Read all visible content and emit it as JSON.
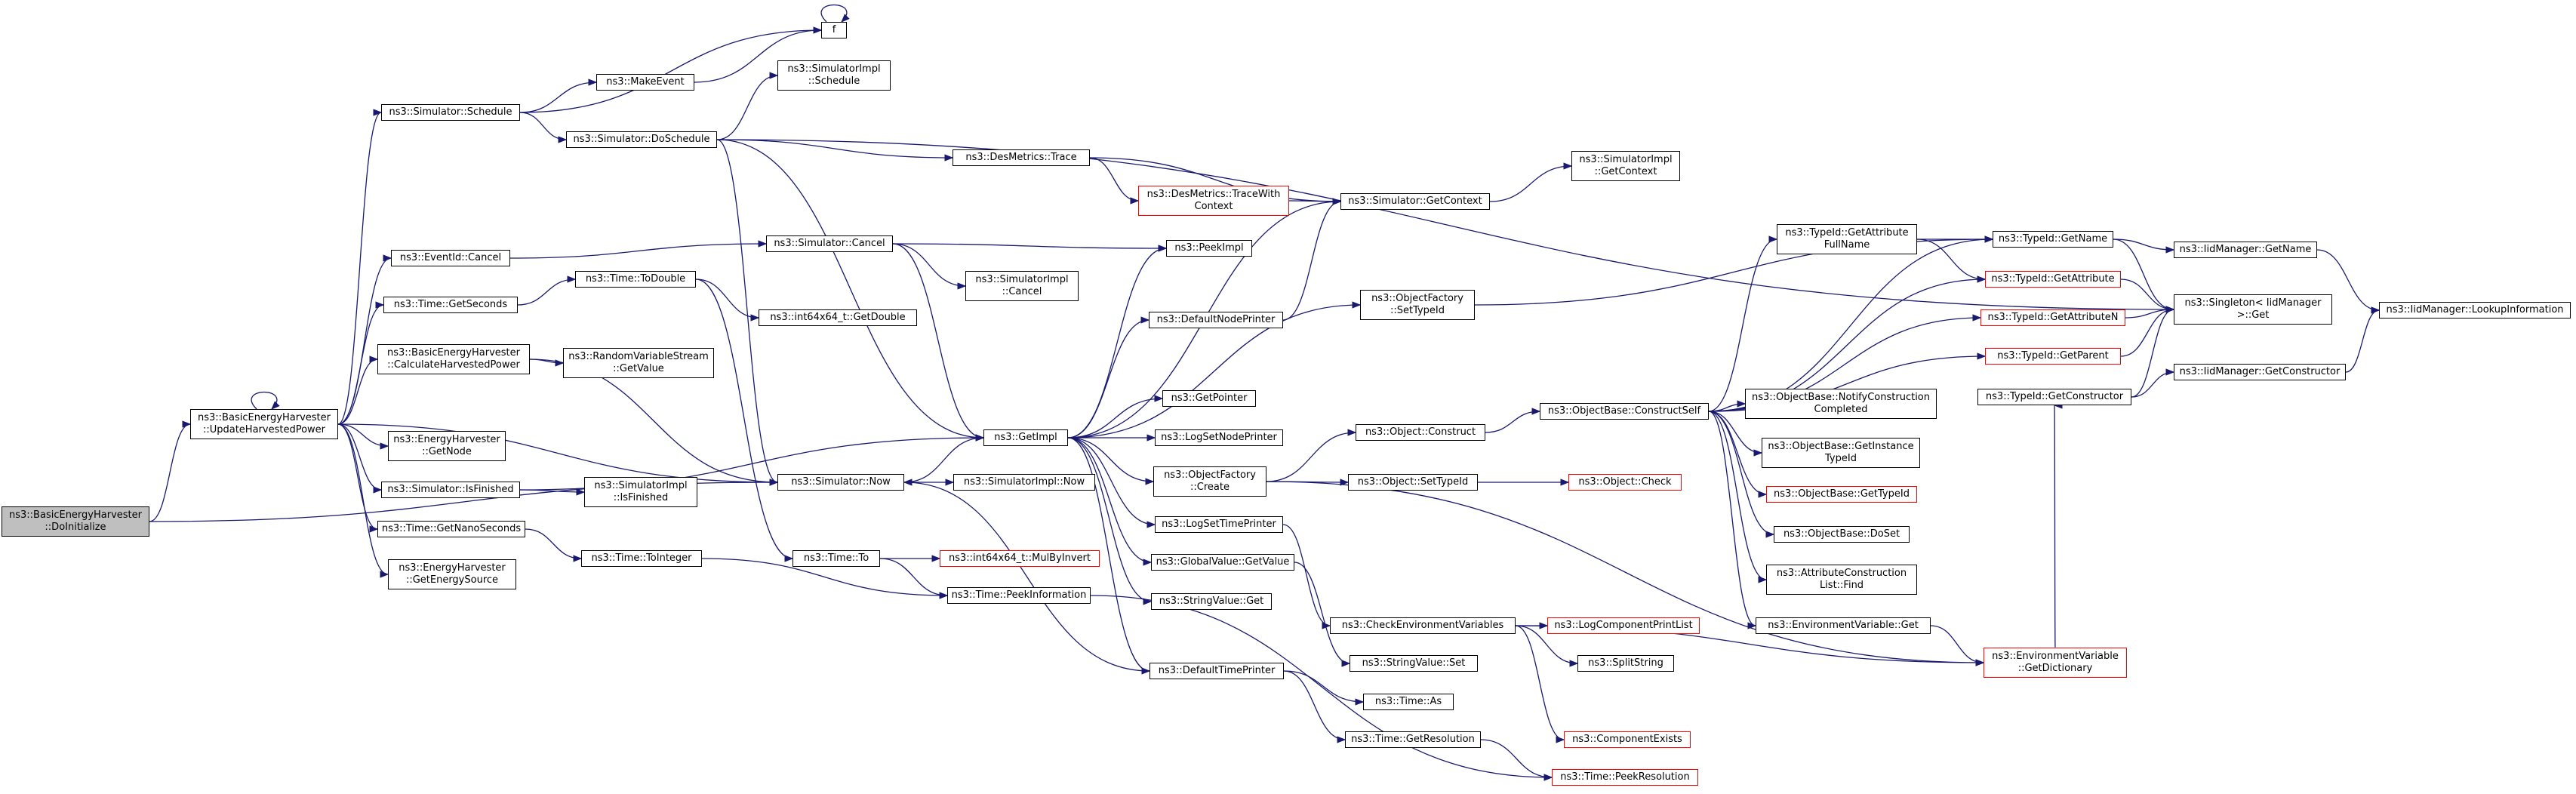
{
  "colors": {
    "edge": "#191970",
    "border": "#000000",
    "incomplete_border": "#ff0000",
    "root_fill": "#bfbfbf"
  },
  "nodes": [
    {
      "id": "root",
      "label": "ns3::BasicEnergyHarvester\n::DoInitialize"
    },
    {
      "id": "n_update",
      "label": "ns3::BasicEnergyHarvester\n::UpdateHarvestedPower"
    },
    {
      "id": "n_sched",
      "label": "ns3::Simulator::Schedule"
    },
    {
      "id": "n_cancelEv",
      "label": "ns3::EventId::Cancel"
    },
    {
      "id": "n_getsec",
      "label": "ns3::Time::GetSeconds"
    },
    {
      "id": "n_calc",
      "label": "ns3::BasicEnergyHarvester\n::CalculateHarvestedPower"
    },
    {
      "id": "n_ehnode",
      "label": "ns3::EnergyHarvester\n::GetNode"
    },
    {
      "id": "n_isfin",
      "label": "ns3::Simulator::IsFinished"
    },
    {
      "id": "n_nanosec",
      "label": "ns3::Time::GetNanoSeconds"
    },
    {
      "id": "n_ehsrc",
      "label": "ns3::EnergyHarvester\n::GetEnergySource"
    },
    {
      "id": "n_f",
      "label": "f"
    },
    {
      "id": "n_makeev",
      "label": "ns3::MakeEvent"
    },
    {
      "id": "n_siSched",
      "label": "ns3::SimulatorImpl\n::Schedule"
    },
    {
      "id": "n_dosched",
      "label": "ns3::Simulator::DoSchedule"
    },
    {
      "id": "n_simcancel",
      "label": "ns3::Simulator::Cancel"
    },
    {
      "id": "n_todouble",
      "label": "ns3::Time::ToDouble"
    },
    {
      "id": "n_getdouble",
      "label": "ns3::int64x64_t::GetDouble"
    },
    {
      "id": "n_rvsget",
      "label": "ns3::RandomVariableStream\n::GetValue"
    },
    {
      "id": "n_siIsfin",
      "label": "ns3::SimulatorImpl\n::IsFinished"
    },
    {
      "id": "n_tointeger",
      "label": "ns3::Time::ToInteger"
    },
    {
      "id": "n_now",
      "label": "ns3::Simulator::Now"
    },
    {
      "id": "n_timeto",
      "label": "ns3::Time::To"
    },
    {
      "id": "n_mulbyinv",
      "label": "ns3::int64x64_t::MulByInvert"
    },
    {
      "id": "n_peekinfo",
      "label": "ns3::Time::PeekInformation"
    },
    {
      "id": "n_siNow",
      "label": "ns3::SimulatorImpl::Now"
    },
    {
      "id": "n_getimpl",
      "label": "ns3::GetImpl"
    },
    {
      "id": "n_siCancel",
      "label": "ns3::SimulatorImpl\n::Cancel"
    },
    {
      "id": "n_dmtrace",
      "label": "ns3::DesMetrics::Trace"
    },
    {
      "id": "n_dmtracectx",
      "label": "ns3::DesMetrics::TraceWith\nContext"
    },
    {
      "id": "n_getctx",
      "label": "ns3::Simulator::GetContext"
    },
    {
      "id": "n_siGetctx",
      "label": "ns3::SimulatorImpl\n::GetContext"
    },
    {
      "id": "n_peekimpl",
      "label": "ns3::PeekImpl"
    },
    {
      "id": "n_defnodepr",
      "label": "ns3::DefaultNodePrinter"
    },
    {
      "id": "n_getptr",
      "label": "ns3::GetPointer"
    },
    {
      "id": "n_lognodepr",
      "label": "ns3::LogSetNodePrinter"
    },
    {
      "id": "n_ofcreate",
      "label": "ns3::ObjectFactory\n::Create"
    },
    {
      "id": "n_logtimepr",
      "label": "ns3::LogSetTimePrinter"
    },
    {
      "id": "n_gvget",
      "label": "ns3::GlobalValue::GetValue"
    },
    {
      "id": "n_svget",
      "label": "ns3::StringValue::Get"
    },
    {
      "id": "n_deftimepr",
      "label": "ns3::DefaultTimePrinter"
    },
    {
      "id": "n_ofsettid",
      "label": "ns3::ObjectFactory\n::SetTypeId"
    },
    {
      "id": "n_objconstruct",
      "label": "ns3::Object::Construct"
    },
    {
      "id": "n_objsettid",
      "label": "ns3::Object::SetTypeId"
    },
    {
      "id": "n_objcheck",
      "label": "ns3::Object::Check"
    },
    {
      "id": "n_checkenv",
      "label": "ns3::CheckEnvironmentVariables"
    },
    {
      "id": "n_svset",
      "label": "ns3::StringValue::Set"
    },
    {
      "id": "n_timeas",
      "label": "ns3::Time::As"
    },
    {
      "id": "n_getres",
      "label": "ns3::Time::GetResolution"
    },
    {
      "id": "n_peekres",
      "label": "ns3::Time::PeekResolution"
    },
    {
      "id": "n_logcomp",
      "label": "ns3::LogComponentPrintList"
    },
    {
      "id": "n_splitstr",
      "label": "ns3::SplitString"
    },
    {
      "id": "n_compexists",
      "label": "ns3::ComponentExists"
    },
    {
      "id": "n_obconstructself",
      "label": "ns3::ObjectBase::ConstructSelf"
    },
    {
      "id": "n_obnotify",
      "label": "ns3::ObjectBase::NotifyConstruction\nCompleted"
    },
    {
      "id": "n_obgetinst",
      "label": "ns3::ObjectBase::GetInstance\nTypeId"
    },
    {
      "id": "n_obgettid",
      "label": "ns3::ObjectBase::GetTypeId"
    },
    {
      "id": "n_obdoset",
      "label": "ns3::ObjectBase::DoSet"
    },
    {
      "id": "n_acfind",
      "label": "ns3::AttributeConstruction\nList::Find"
    },
    {
      "id": "n_envget",
      "label": "ns3::EnvironmentVariable::Get"
    },
    {
      "id": "n_tidattrfull",
      "label": "ns3::TypeId::GetAttribute\nFullName"
    },
    {
      "id": "n_tidgetname",
      "label": "ns3::TypeId::GetName"
    },
    {
      "id": "n_tidgetattr",
      "label": "ns3::TypeId::GetAttribute"
    },
    {
      "id": "n_tidgetattrn",
      "label": "ns3::TypeId::GetAttributeN"
    },
    {
      "id": "n_tidgetparent",
      "label": "ns3::TypeId::GetParent"
    },
    {
      "id": "n_tidgetctor",
      "label": "ns3::TypeId::GetConstructor"
    },
    {
      "id": "n_envgetdict",
      "label": "ns3::EnvironmentVariable\n::GetDictionary"
    },
    {
      "id": "n_singleton",
      "label": "ns3::Singleton< IidManager\n>::Get"
    },
    {
      "id": "n_iidgetname",
      "label": "ns3::IidManager::GetName"
    },
    {
      "id": "n_iidgetctor",
      "label": "ns3::IidManager::GetConstructor"
    },
    {
      "id": "n_iidlookup",
      "label": "ns3::IidManager::LookupInformation"
    }
  ]
}
